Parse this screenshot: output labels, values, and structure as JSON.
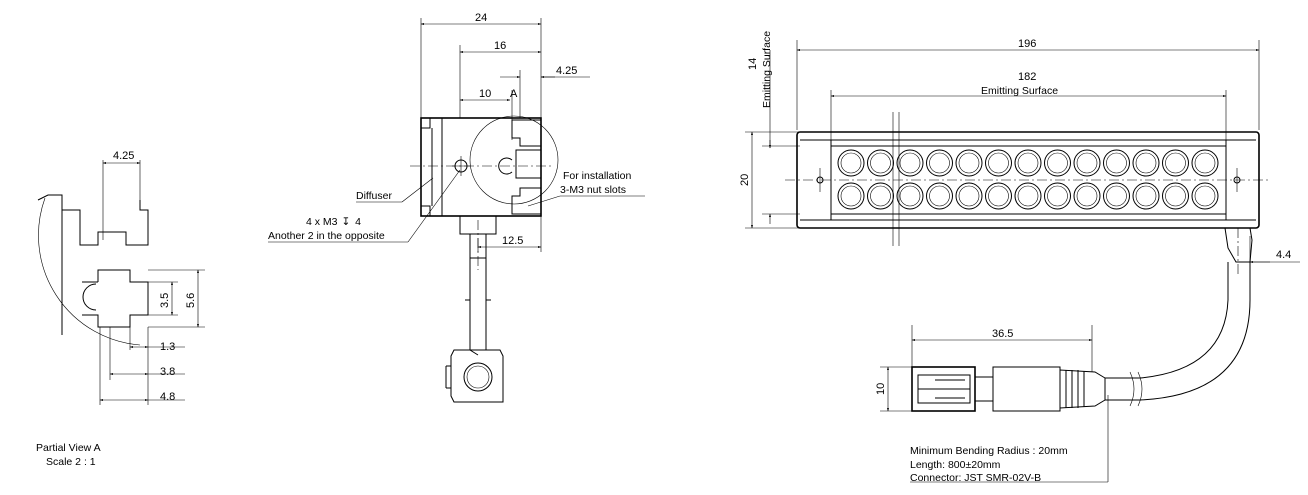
{
  "partial_view": {
    "caption": "Partial View A",
    "scale": "Scale 2 : 1",
    "dim_top": "4.25",
    "dim_slot_inner": "3.5",
    "dim_slot_outer": "5.6",
    "dim_depth_1": "1.3",
    "dim_depth_2": "3.8",
    "dim_depth_3": "4.8"
  },
  "side_view": {
    "dim_width": "24",
    "dim_16": "16",
    "dim_425": "4.25",
    "dim_10": "10",
    "view_marker": "A",
    "dim_125": "12.5",
    "label_diffuser": "Diffuser",
    "label_screw": "4 x M3",
    "label_screw_depth_symbol": "↧",
    "label_screw_depth": "4",
    "label_opposite": "Another 2 in the opposite",
    "label_install_1": "For installation",
    "label_install_2": "3-M3 nut slots"
  },
  "front_view": {
    "dim_length": "196",
    "dim_emit_length": "182",
    "label_emit_surface": "Emitting Surface",
    "dim_emit_height": "14",
    "label_emit_surface_vertical": "Emitting Surface",
    "dim_height": "20",
    "dim_cable_offset": "4.4",
    "dim_connector": "36.5",
    "dim_connector_height": "10",
    "led_rows": 2,
    "led_columns": 13
  },
  "specs": {
    "bending_radius": "Minimum Bending Radius : 20mm",
    "length": "Length: 800±20mm",
    "connector": "Connector: JST SMR-02V-B"
  }
}
